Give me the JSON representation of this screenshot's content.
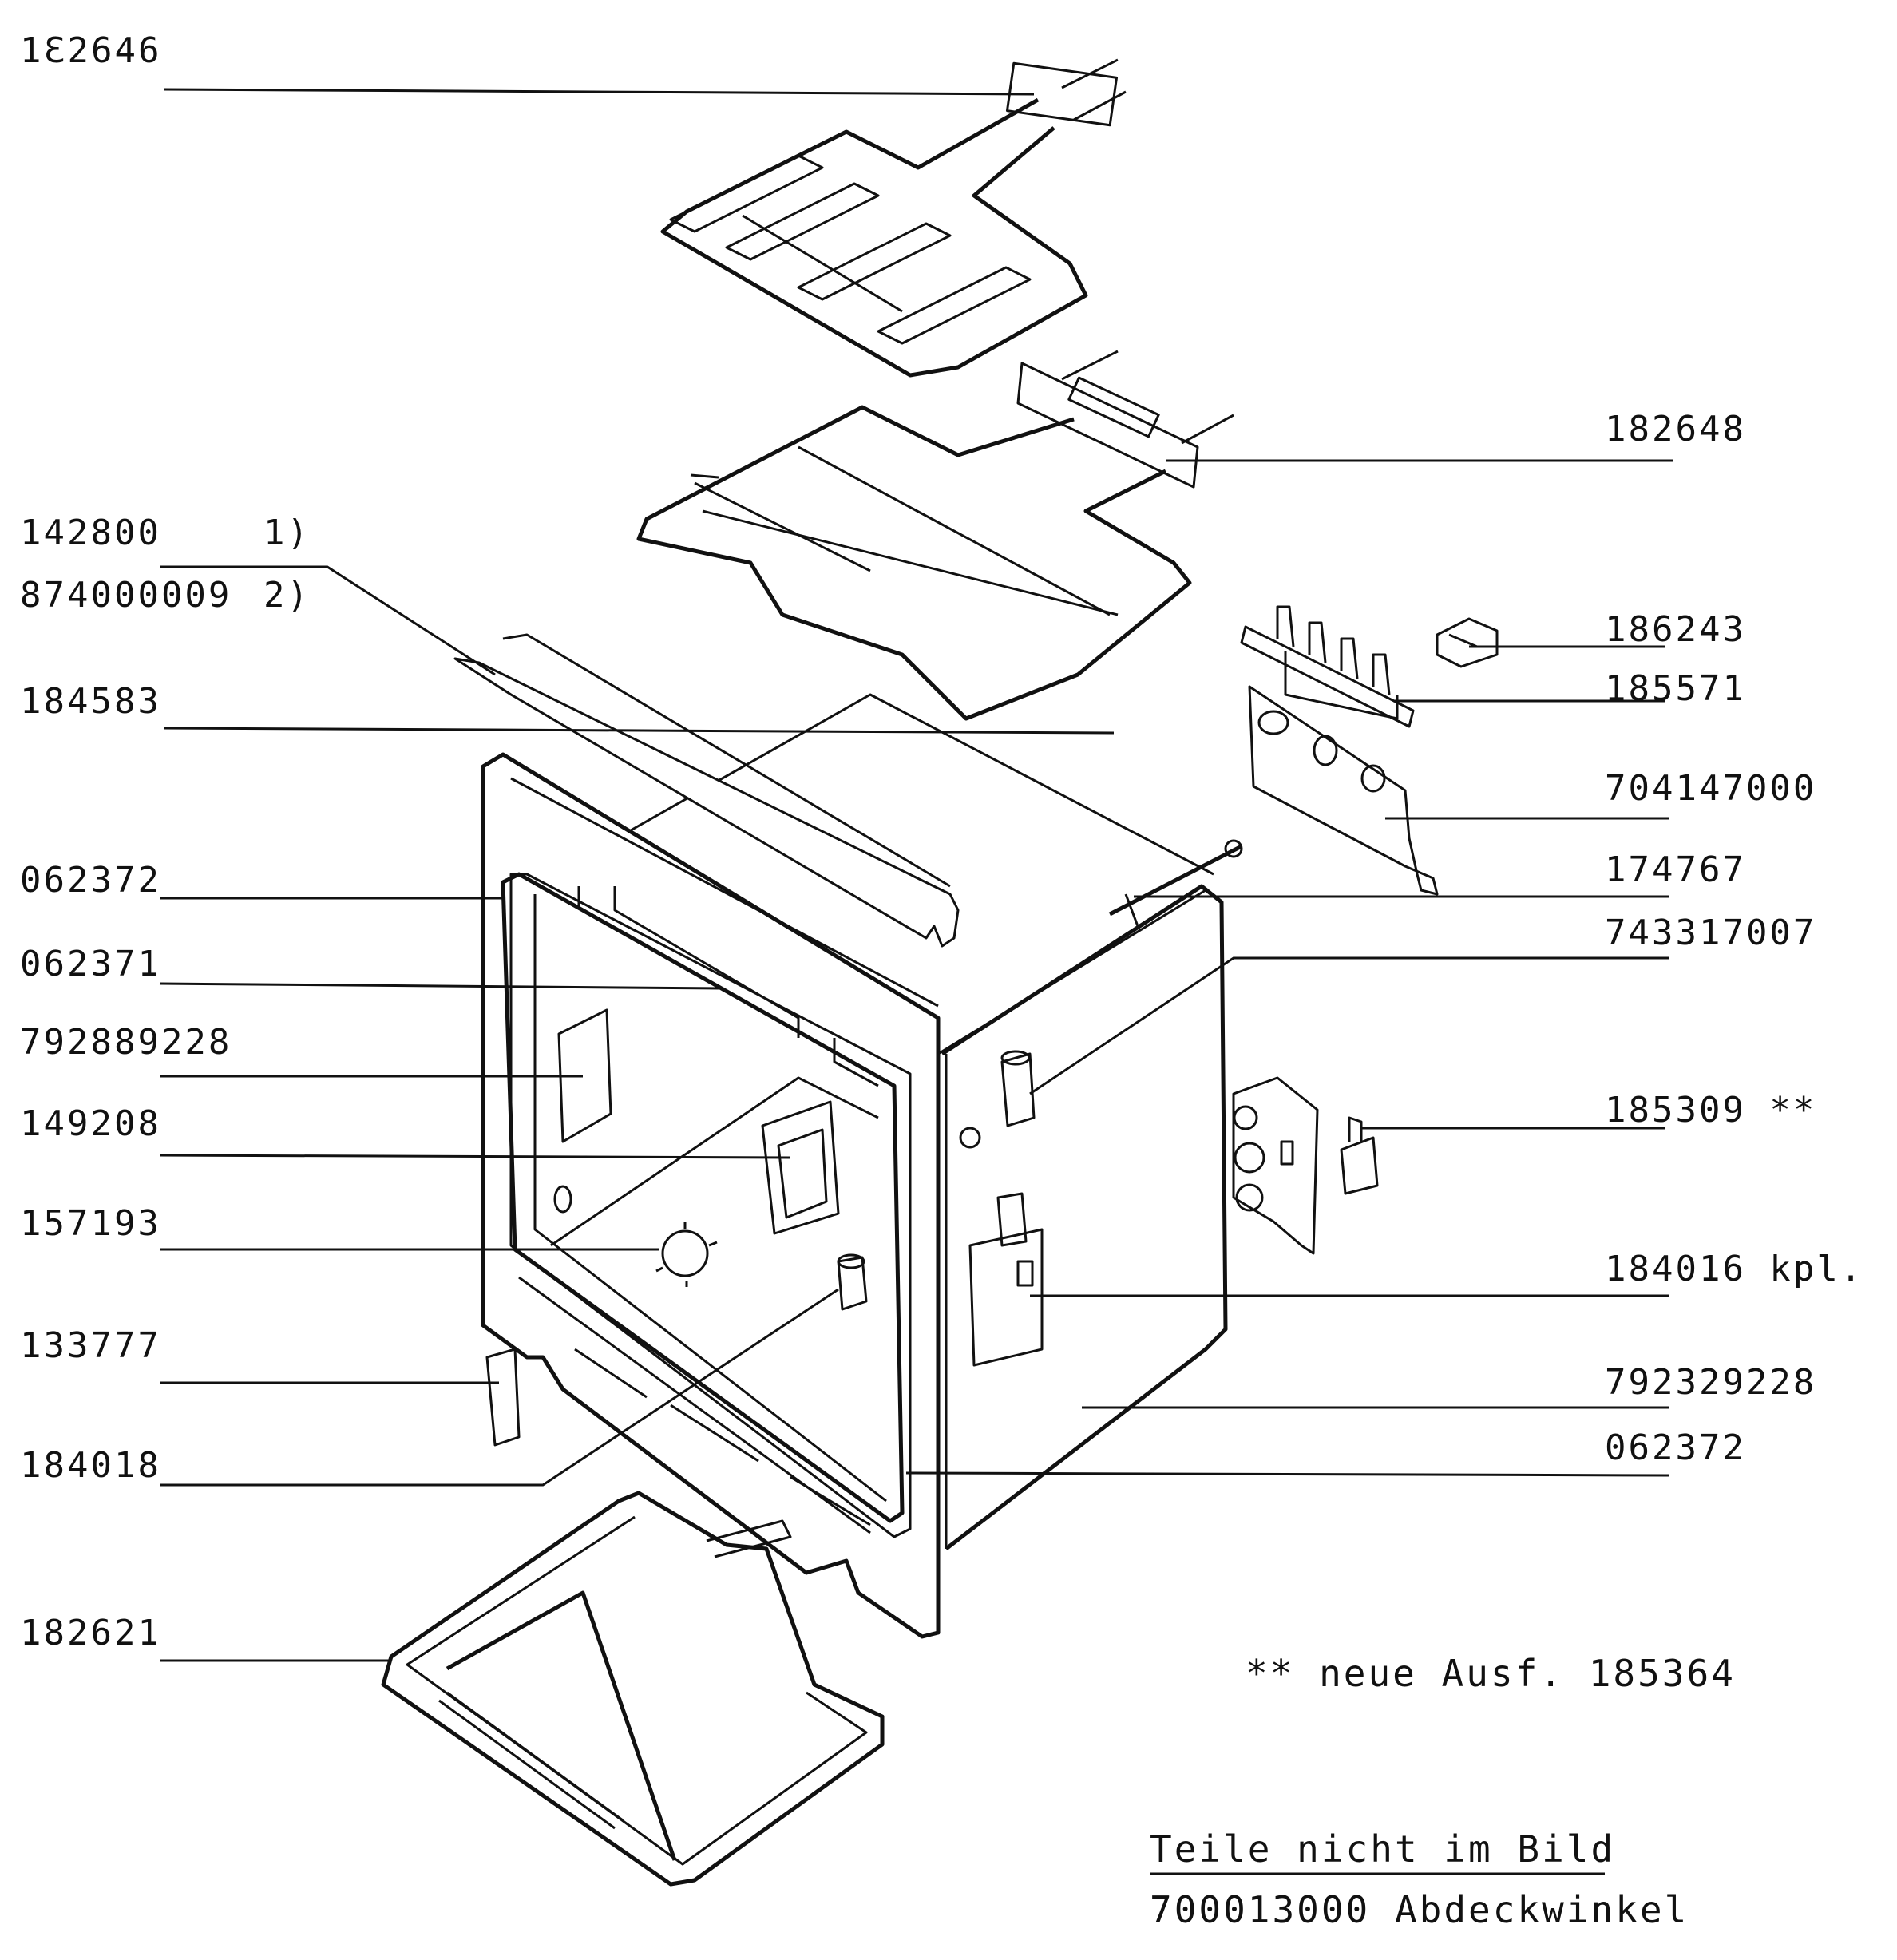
{
  "labels": {
    "l182646": "1ℇ2646",
    "l182648": "182648",
    "l142800": "142800",
    "l142800_note": "1)",
    "l874000009": "874000009",
    "l874000009_note": "2)",
    "l186243": "186243",
    "l185571": "185571",
    "l184583": "184583",
    "l704147000": "704147000",
    "l062372_top": "062372",
    "l174767": "174767",
    "l743317007": "743317007",
    "l062371": "062371",
    "l792889228": "792889228",
    "l149208": "149208",
    "l185309": "185309 **",
    "l157193": "157193",
    "l184016": "184016 kpl.",
    "l133777": "133777",
    "l792329228": "792329228",
    "l062372_bottom": "062372",
    "l184018": "184018",
    "l182621": "182621"
  },
  "notes": {
    "new_version": "** neue Ausf. 185364",
    "parts_not_shown_heading": "Teile nicht im Bild",
    "parts_not_shown_item": "700013000 Abdeckwinkel"
  }
}
